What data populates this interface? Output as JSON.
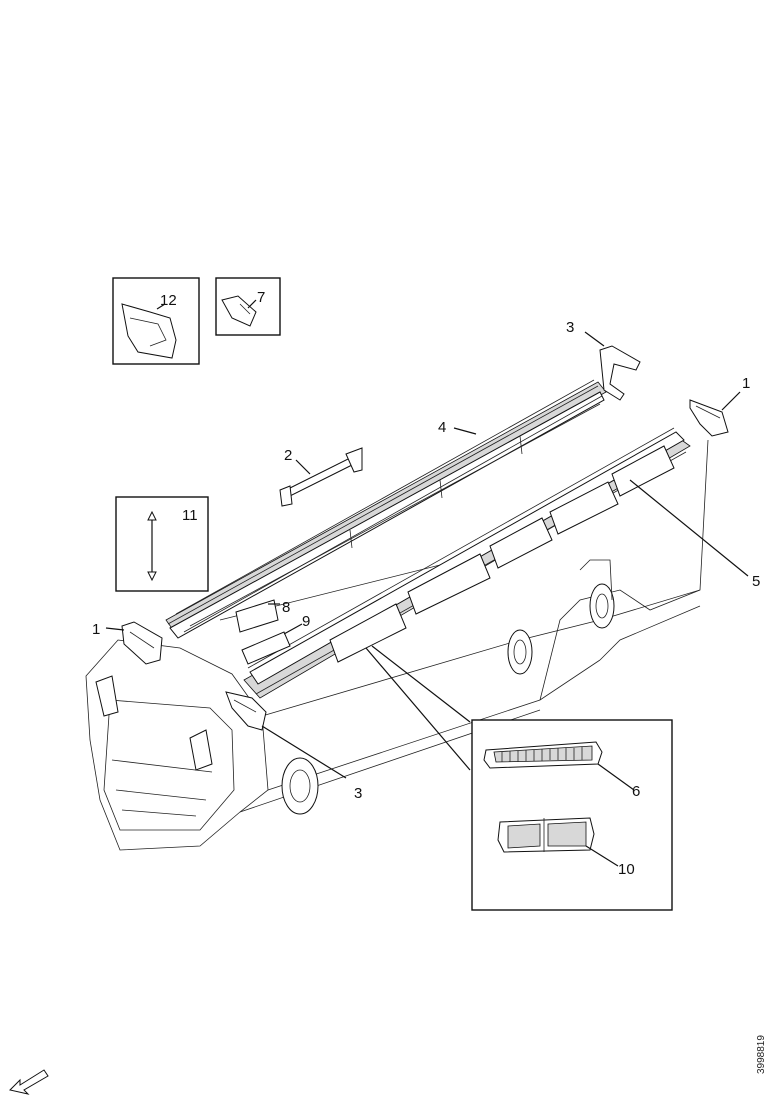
{
  "callouts": [
    {
      "id": "label-1-right",
      "text": "1"
    },
    {
      "id": "label-1-left",
      "text": "1"
    },
    {
      "id": "label-2",
      "text": "2"
    },
    {
      "id": "label-3-top",
      "text": "3"
    },
    {
      "id": "label-3-bottom",
      "text": "3"
    },
    {
      "id": "label-4",
      "text": "4"
    },
    {
      "id": "label-5",
      "text": "5"
    },
    {
      "id": "label-6",
      "text": "6"
    },
    {
      "id": "label-7",
      "text": "7"
    },
    {
      "id": "label-8",
      "text": "8"
    },
    {
      "id": "label-9",
      "text": "9"
    },
    {
      "id": "label-10",
      "text": "10"
    },
    {
      "id": "label-11",
      "text": "11"
    },
    {
      "id": "label-12",
      "text": "12"
    }
  ],
  "reference_code": "3998819",
  "icons": [
    "front-direction-arrow-icon"
  ]
}
